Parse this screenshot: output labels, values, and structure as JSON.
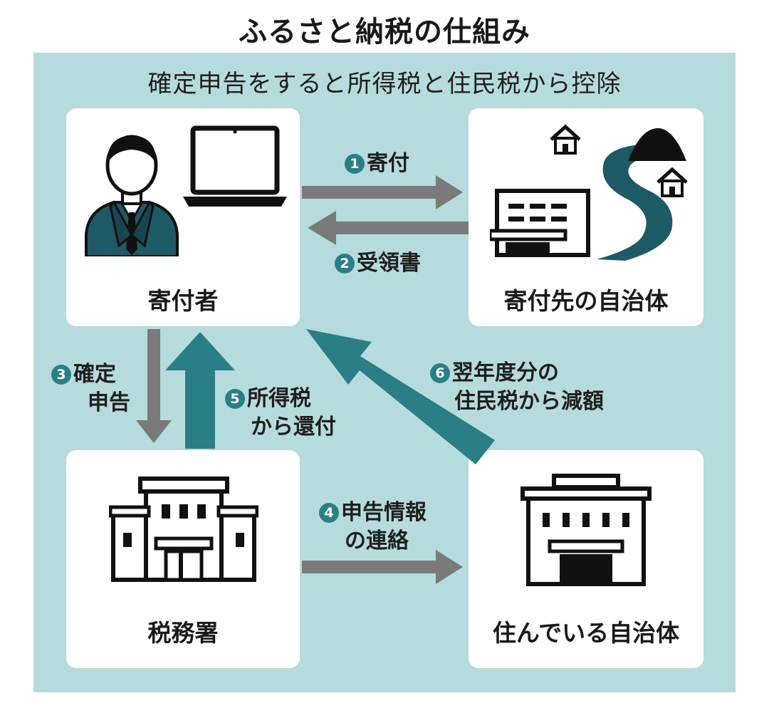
{
  "title": "ふるさと納税の仕組み",
  "subtitle": "確定申告をすると所得税と住民税から控除",
  "nodes": {
    "donor": "寄付者",
    "destination": "寄付先の自治体",
    "tax_office": "税務署",
    "residence": "住んでいる自治体"
  },
  "flows": [
    {
      "num": "1",
      "line1": "寄付",
      "line2": ""
    },
    {
      "num": "2",
      "line1": "受領書",
      "line2": ""
    },
    {
      "num": "3",
      "line1": "確定",
      "line2": "申告"
    },
    {
      "num": "4",
      "line1": "申告情報",
      "line2": "の連絡"
    },
    {
      "num": "5",
      "line1": "所得税",
      "line2": "から還付"
    },
    {
      "num": "6",
      "line1": "翌年度分の",
      "line2": "住民税から減額"
    }
  ],
  "colors": {
    "panel": "#b6dbdc",
    "teal": "#2a7f86",
    "gray_arrow": "#7a7a7a",
    "dark": "#1a1a1a",
    "suit": "#1e5a66"
  },
  "icons": [
    "person-icon",
    "laptop-icon",
    "house-icon",
    "mountain-icon",
    "river-icon",
    "city-hall-icon",
    "tax-office-icon",
    "municipal-building-icon"
  ]
}
